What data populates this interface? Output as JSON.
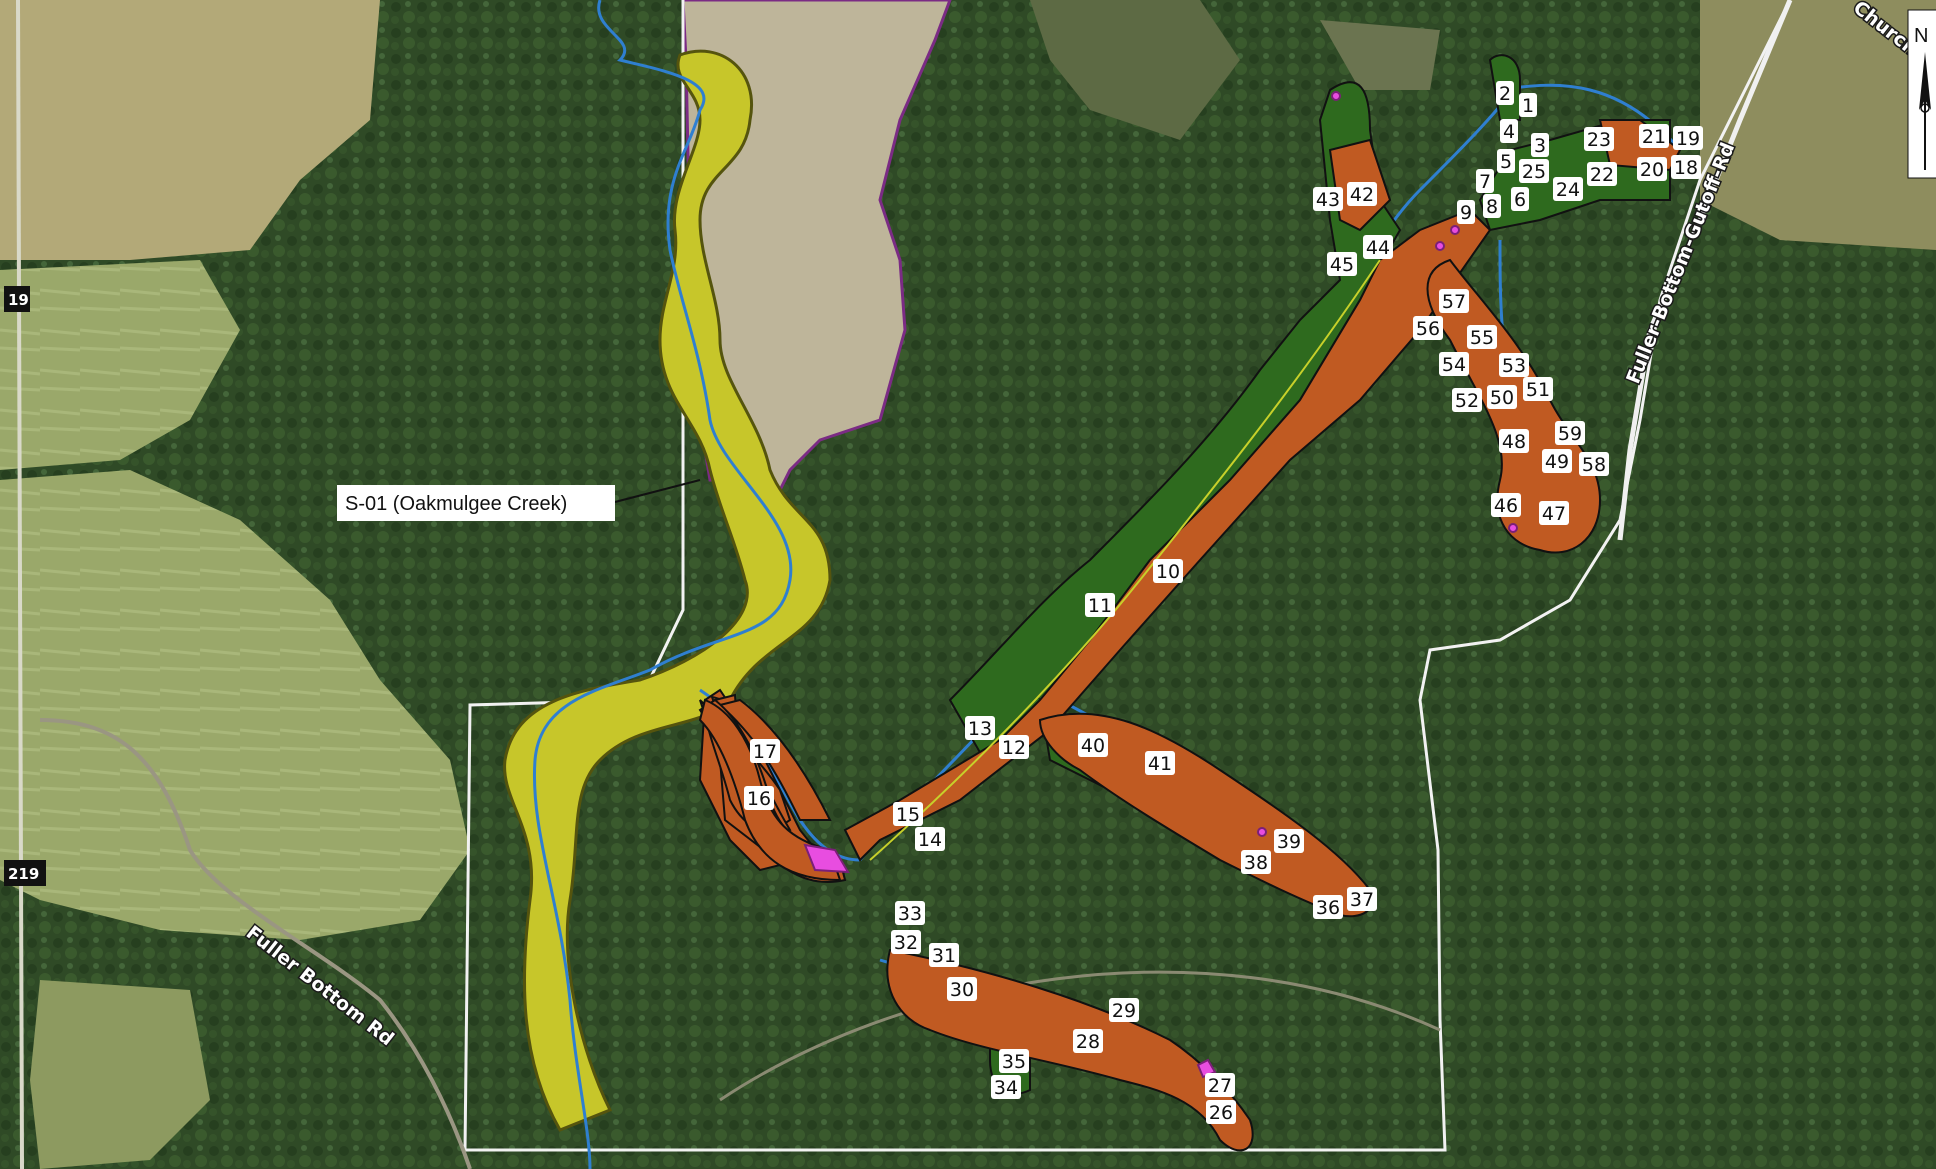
{
  "map": {
    "colors": {
      "forest": "#2f4a26",
      "forest_light": "#3d5c2e",
      "field": "#9aa86a",
      "field_dry": "#b3a978",
      "gray_area": "#beb59a",
      "gray_area_border": "#7b2b84",
      "stream_buffer": "#c7c62a",
      "stream_buffer_edge": "#55540e",
      "corridor_cleared": "#c05a22",
      "corridor_forested": "#2e6a1e",
      "stream_line": "#2f7fd0",
      "wetland_pink": "#e84de0",
      "boundary": "#f2f2f2",
      "road_white": "#f5f5f5"
    },
    "callout": {
      "text": "S-01 (Oakmulgee Creek)"
    },
    "roads": {
      "fuller_bottom": "Fuller Bottom Rd",
      "fuller_bottom_cutoff": "Fuller-Bottom-Gutoff-Rd",
      "church": "Church..."
    },
    "shields": {
      "top": "19",
      "bottom": "219"
    },
    "north_arrow": {
      "letter": "N"
    },
    "segments": [
      "1",
      "2",
      "3",
      "4",
      "5",
      "6",
      "7",
      "8",
      "9",
      "10",
      "11",
      "12",
      "13",
      "14",
      "15",
      "16",
      "17",
      "18",
      "19",
      "20",
      "21",
      "22",
      "23",
      "24",
      "25",
      "26",
      "27",
      "28",
      "29",
      "30",
      "31",
      "32",
      "33",
      "34",
      "35",
      "36",
      "37",
      "38",
      "39",
      "40",
      "41",
      "42",
      "43",
      "44",
      "45",
      "46",
      "47",
      "48",
      "49",
      "50",
      "51",
      "52",
      "53",
      "54",
      "55",
      "56",
      "57",
      "58",
      "59"
    ]
  }
}
